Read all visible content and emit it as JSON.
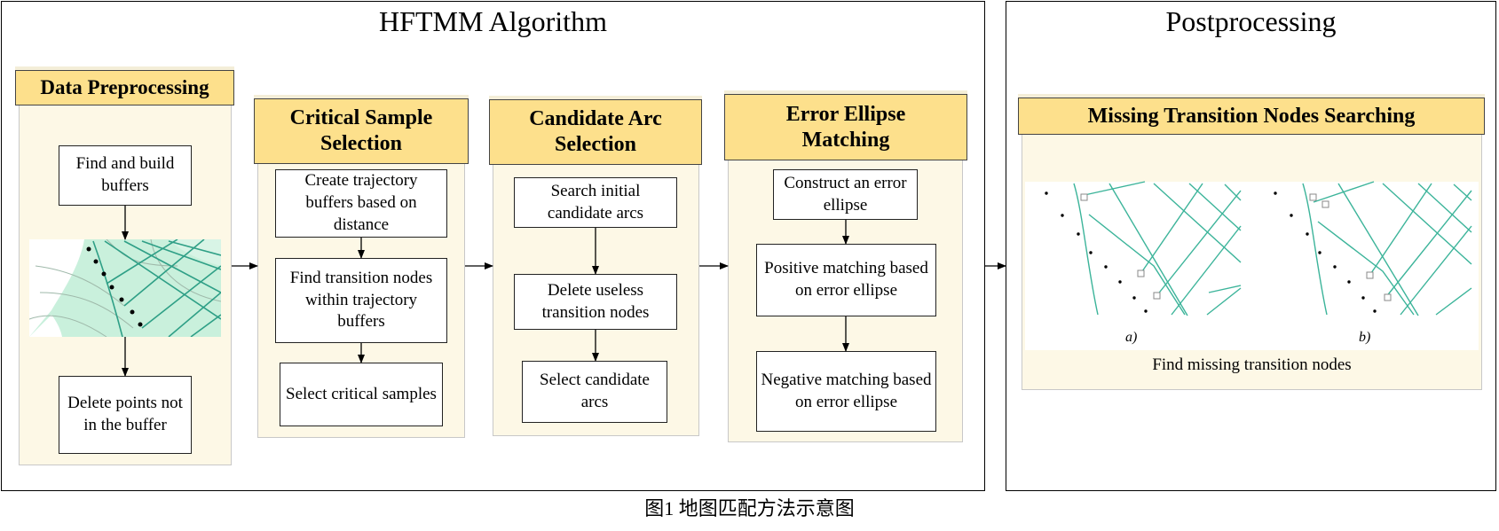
{
  "frames": {
    "hftmm_title": "HFTMM Algorithm",
    "post_title": "Postprocessing"
  },
  "stages": [
    {
      "title": "Data Preprocessing",
      "boxes": [
        "Find and build buffers",
        "Delete points not in the buffer"
      ]
    },
    {
      "title": "Critical Sample Selection",
      "boxes": [
        "Create trajectory buffers based on distance",
        "Find transition nodes within trajectory buffers",
        "Select critical samples"
      ]
    },
    {
      "title": "Candidate Arc Selection",
      "boxes": [
        "Search initial candidate arcs",
        "Delete useless transition nodes",
        "Select candidate arcs"
      ]
    },
    {
      "title": "Error Ellipse Matching",
      "boxes": [
        "Construct an error ellipse",
        "Positive matching based on error ellipse",
        "Negative matching based on error ellipse"
      ]
    }
  ],
  "post": {
    "title": "Missing Transition Nodes Searching",
    "sub_a": "a)",
    "sub_b": "b)",
    "note": "Find missing transition nodes"
  },
  "caption": "图1 地图匹配方法示意图",
  "colors": {
    "header_fill": "#fde08c",
    "panel_fill": "#fdf8e6",
    "road": "#3cb49a",
    "buffer": "#c9f0dc"
  }
}
